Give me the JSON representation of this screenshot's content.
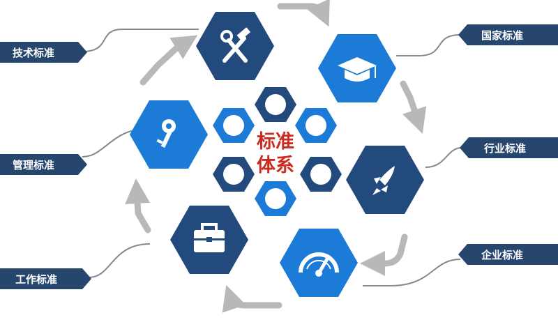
{
  "center": {
    "line1": "标准",
    "line2": "体系"
  },
  "tags": {
    "tech": "技术标准",
    "national": "国家标准",
    "management": "管理标准",
    "industry": "行业标准",
    "work": "工作标准",
    "enterprise": "企业标准"
  },
  "nodes": [
    {
      "id": "tools",
      "icon": "hammer-wrench-icon",
      "color": "#234a7c"
    },
    {
      "id": "graduation",
      "icon": "graduation-cap-icon",
      "color": "#1b7bd6"
    },
    {
      "id": "key",
      "icon": "key-icon",
      "color": "#1b7bd6"
    },
    {
      "id": "rocket",
      "icon": "rocket-icon",
      "color": "#234a7c"
    },
    {
      "id": "toolbox",
      "icon": "toolbox-icon",
      "color": "#234a7c"
    },
    {
      "id": "gauge",
      "icon": "gauge-icon",
      "color": "#1b7bd6"
    }
  ],
  "colors": {
    "navy": "#234a7c",
    "blue": "#1b7bd6",
    "tag": "#26466e",
    "arrow": "#b8b8b8",
    "center_text": "#cc2a20"
  }
}
